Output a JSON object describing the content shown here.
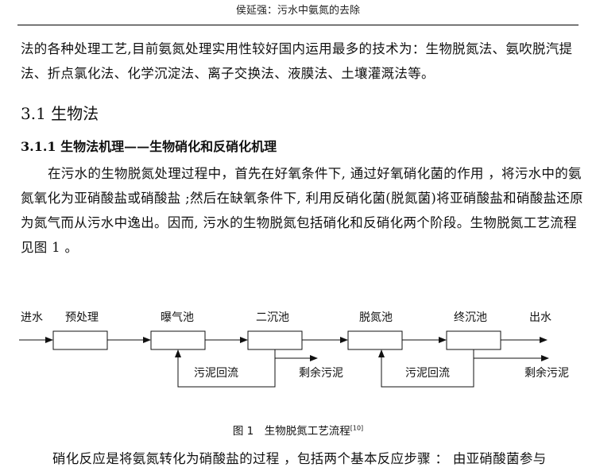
{
  "header": {
    "title": "侯延强：污水中氨氮的去除"
  },
  "intro_paragraph": "法的各种处理工艺,目前氨氮处理实用性较好国内运用最多的技术为：生物脱氮法、氨吹脱汽提法、折点氯化法、化学沉淀法、离子交换法、液膜法、土壤灌溉法等。",
  "section": {
    "number_title": "3.1 生物法"
  },
  "subsection": {
    "number_title": "3.1.1 生物法机理——生物硝化和反硝化机理"
  },
  "mechanism_paragraph": "在污水的生物脱氮处理过程中，首先在好氧条件下, 通过好氧硝化菌的作用 ，将污水中的氨氮氧化为亚硝酸盐或硝酸盐 ;然后在缺氧条件下, 利用反硝化菌(脱氮菌)将亚硝酸盐和硝酸盐还原为氮气而从污水中逸出。因而, 污水的生物脱氮包括硝化和反硝化两个阶段。生物脱氮工艺流程见图 1 。",
  "figure": {
    "inflow": "进水",
    "outflow": "出水",
    "units": [
      "预处理",
      "曝气池",
      "二沉池",
      "脱氮池",
      "终沉池"
    ],
    "return_sludge_1": "污泥回流",
    "excess_sludge_1": "剩余污泥",
    "return_sludge_2": "污泥回流",
    "excess_sludge_2": "剩余污泥",
    "caption": "图 1　生物脱氮工艺流程",
    "caption_ref": "[10]"
  },
  "next_paragraph": "硝化反应是将氨氮转化为硝酸盐的过程 ，包括两个基本反应步骤 ： 由亚硝酸菌参与"
}
